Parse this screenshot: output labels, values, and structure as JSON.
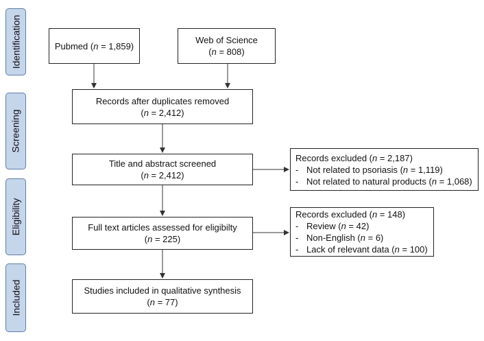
{
  "stages": {
    "identification": "Identification",
    "screening": "Screening",
    "eligibility": "Eligibility",
    "included": "Included"
  },
  "boxes": {
    "pubmed": {
      "prefix": "Pubmed (",
      "n_label": "n",
      "value": " = 1,859)"
    },
    "wos": {
      "title": "Web of Science",
      "prefix": "(",
      "n_label": "n",
      "value": " = 808)"
    },
    "duplicates": {
      "title": "Records after duplicates removed",
      "prefix": "(",
      "n_label": "n",
      "value": " = 2,412)"
    },
    "screened": {
      "title": "Title and abstract screened",
      "prefix": "(",
      "n_label": "n",
      "value": " = 2,412)"
    },
    "fulltext": {
      "title": "Full text articles assessed for eligibilty",
      "prefix": "(",
      "n_label": "n",
      "value": " = 225)"
    },
    "included": {
      "title": "Studies included in qualitative synthesis",
      "prefix": "(",
      "n_label": "n",
      "value": " = 77)"
    },
    "excluded1": {
      "title_prefix": "Records excluded (",
      "n_label": "n",
      "title_value": " = 2,187)",
      "items": [
        {
          "dash": "-",
          "text": "Not related to psoriasis (",
          "n_label": "n",
          "value": " = 1,119)"
        },
        {
          "dash": "-",
          "text": "Not related to natural products (",
          "n_label": "n",
          "value": " = 1,068)"
        }
      ]
    },
    "excluded2": {
      "title_prefix": "Records excluded (",
      "n_label": "n",
      "title_value": " = 148)",
      "items": [
        {
          "dash": "-",
          "text": "Review (",
          "n_label": "n",
          "value": " = 42)"
        },
        {
          "dash": "-",
          "text": "Non-English (",
          "n_label": "n",
          "value": " = 6)"
        },
        {
          "dash": "-",
          "text": "Lack of relevant data (",
          "n_label": "n",
          "value": " = 100)"
        }
      ]
    }
  }
}
